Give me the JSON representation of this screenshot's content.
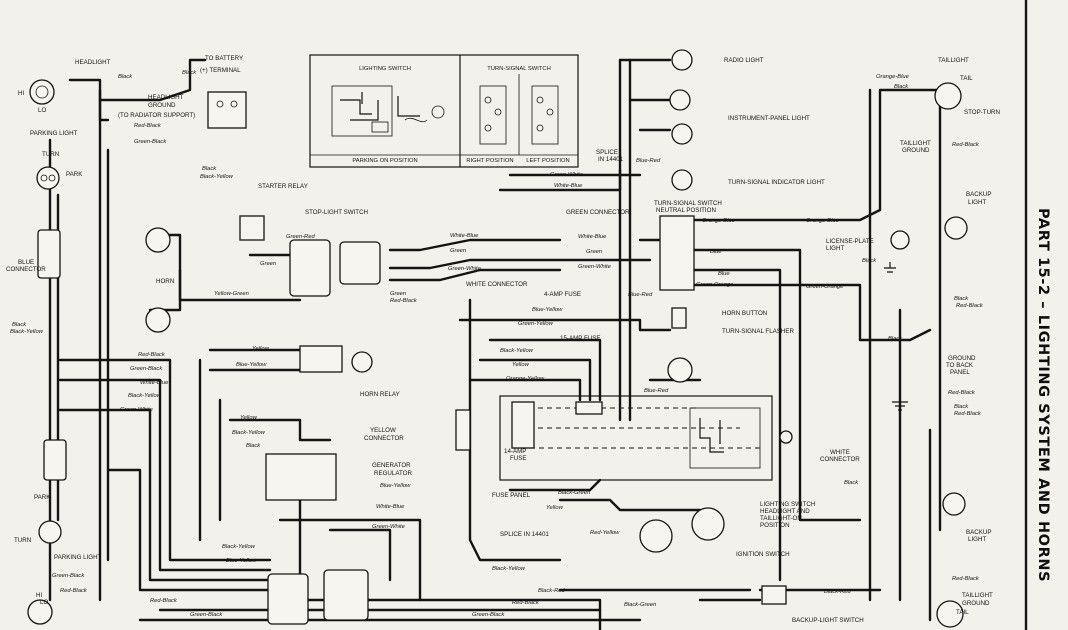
{
  "page_title": "PART 15-2 – LIGHTING SYSTEM AND HORNS",
  "inset": {
    "lighting_switch_title": "LIGHTING SWITCH",
    "turn_signal_switch_title": "TURN-SIGNAL SWITCH",
    "parking_on": "PARKING ON POSITION",
    "right_position": "RIGHT POSITION",
    "left_position": "LEFT POSITION"
  },
  "components": {
    "headlight": "HEADLIGHT",
    "to_battery": "TO BATTERY",
    "plus_terminal": "(+) TERMINAL",
    "headlight_ground": "HEADLIGHT",
    "headlight_ground_2": "GROUND",
    "headlight_ground_3": "(TO RADIATOR SUPPORT)",
    "parking_light_top": "PARKING LIGHT",
    "turn": "TURN",
    "park": "PARK",
    "hi": "HI",
    "lo": "LO",
    "blue_connector_1": "BLUE",
    "blue_connector_2": "CONNECTOR",
    "starter_relay": "STARTER RELAY",
    "stop_light_switch": "STOP-LIGHT SWITCH",
    "horn": "HORN",
    "horn_relay": "HORN RELAY",
    "yellow_connector_1": "YELLOW",
    "yellow_connector_2": "CONNECTOR",
    "generator_regulator_1": "GENERATOR",
    "generator_regulator_2": "REGULATOR",
    "green_connector": "GREEN CONNECTOR",
    "white_connector": "WHITE CONNECTOR",
    "amp4_fuse": "4-AMP FUSE",
    "amp15_fuse": "15-AMP FUSE",
    "amp14_fuse_1": "14-AMP",
    "amp14_fuse_2": "FUSE",
    "fuse_panel": "FUSE PANEL",
    "splice_top_1": "SPLICE",
    "splice_top_2": "IN 14401",
    "splice_bottom": "SPLICE IN 14401",
    "radio_light": "RADIO LIGHT",
    "instrument_panel_light": "INSTRUMENT-PANEL LIGHT",
    "turn_signal_indicator": "TURN-SIGNAL INDICATOR LIGHT",
    "turn_signal_switch_1": "TURN-SIGNAL SWITCH",
    "turn_signal_switch_2": "NEUTRAL POSITION",
    "horn_button": "HORN BUTTON",
    "turn_signal_flasher": "TURN-SIGNAL FLASHER",
    "lighting_switch_1": "LIGHTING SWITCH",
    "lighting_switch_2": "HEADLIGHT AND",
    "lighting_switch_3": "TAILLIGHT-ON",
    "lighting_switch_4": "POSITION",
    "ignition_switch": "IGNITION SWITCH",
    "backup_light_switch": "BACKUP-LIGHT SWITCH",
    "license_plate_1": "LICENSE-PLATE",
    "license_plate_2": "LIGHT",
    "taillight": "TAILLIGHT",
    "tail": "TAIL",
    "stop_turn": "STOP-TURN",
    "taillight_ground_1": "TAILLIGHT",
    "taillight_ground_2": "GROUND",
    "backup_light_1": "BACKUP",
    "backup_light_2": "LIGHT",
    "ground_back_1": "GROUND",
    "ground_back_2": "TO BACK",
    "ground_back_3": "PANEL",
    "white_connector_r1": "WHITE",
    "white_connector_r2": "CONNECTOR",
    "parking_light_bottom": "PARKING LIGHT",
    "taillight_ground_b1": "TAILLIGHT",
    "taillight_ground_b2": "GROUND"
  },
  "wires": {
    "black": "Black",
    "red_black": "Red-Black",
    "green_black": "Green-Black",
    "black_yellow": "Black-Yellow",
    "green_red": "Green-Red",
    "green": "Green",
    "white_blue": "White-Blue",
    "green_white": "Green-White",
    "yellow_green": "Yellow-Green",
    "yellow": "Yellow",
    "blue_yellow": "Blue-Yellow",
    "blue_white": "White-Blue",
    "blue": "Blue",
    "green_yellow": "Green-Yellow",
    "orange_yellow": "Orange-Yellow",
    "blue_red": "Blue-Red",
    "orange_blue": "Orange-Blue",
    "green_orange": "Green-Orange",
    "black_green": "Black-Green",
    "red_yellow": "Red-Yellow",
    "blue_yellow2": "Blue-Yellow",
    "white_blue2": "White-Blue",
    "black_red": "Black-Red"
  }
}
